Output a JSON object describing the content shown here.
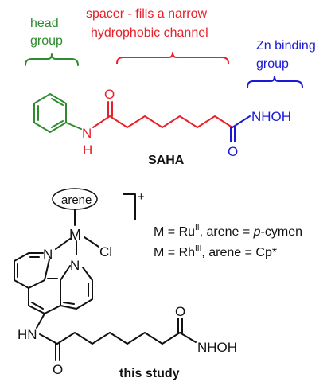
{
  "colors": {
    "head": "#2e8b2e",
    "spacer": "#e8202a",
    "zn": "#1a1ad6",
    "ink": "#111111"
  },
  "saha": {
    "head_label_line1": "head",
    "head_label_line2": "group",
    "spacer_label_line1": "spacer - fills a narrow",
    "spacer_label_line2": "hydrophobic channel",
    "zn_label_line1": "Zn binding",
    "zn_label_line2": "group",
    "atom_N": "N",
    "atom_H": "H",
    "atom_O_top": "O",
    "atom_O_bottom": "O",
    "hydroxamate": "NHOH",
    "name": "SAHA"
  },
  "complex": {
    "arene_label": "arene",
    "metal": "M",
    "chloride": "Cl",
    "charge": "+",
    "phen_N1": "N",
    "phen_N2": "N",
    "amide_HN": "HN",
    "amide_O": "O",
    "chain_O": "O",
    "hydroxamate": "NHOH",
    "caption": "this study",
    "legend_line1_prefix": "M = Ru",
    "legend_line1_sup": "II",
    "legend_line1_mid": ", arene = ",
    "legend_line1_italic": "p",
    "legend_line1_suffix": "-cymen",
    "legend_line2_prefix": "M = Rh",
    "legend_line2_sup": "III",
    "legend_line2_suffix": ", arene = Cp*"
  }
}
